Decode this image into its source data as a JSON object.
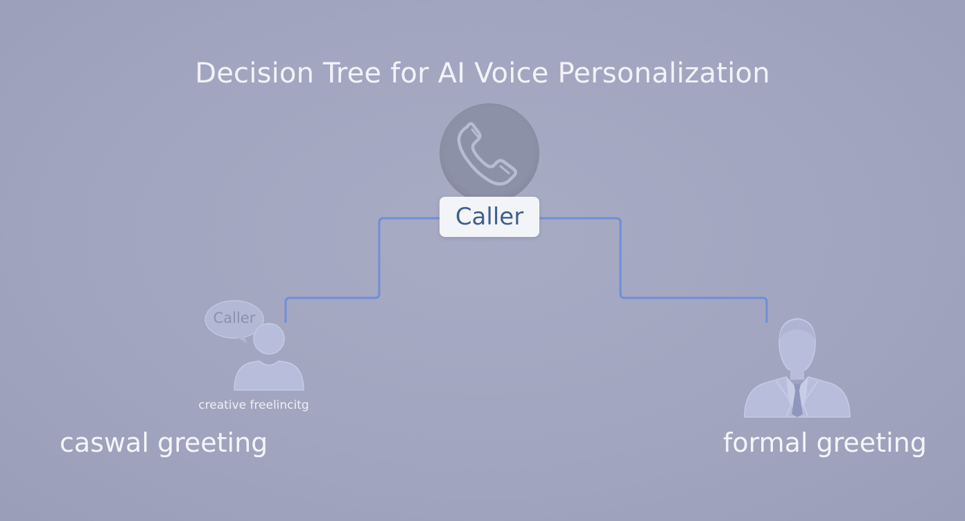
{
  "diagram": {
    "title": "Decision Tree for AI Voice Personalization",
    "root": {
      "label": "Caller",
      "icon": "phone-icon"
    },
    "branches": [
      {
        "bubble_text": "Caller",
        "sub_label": "creative freelincitg",
        "label": "caswal greeting",
        "icon": "casual-person-icon"
      },
      {
        "label": "formal greeting",
        "icon": "businessman-icon"
      }
    ],
    "colors": {
      "background": "#a1a5bf",
      "connector": "#6f8fd6",
      "root_text": "#3e5f8c",
      "figure": "#b9bfdc",
      "phone_circle": "#8d91a7"
    }
  }
}
